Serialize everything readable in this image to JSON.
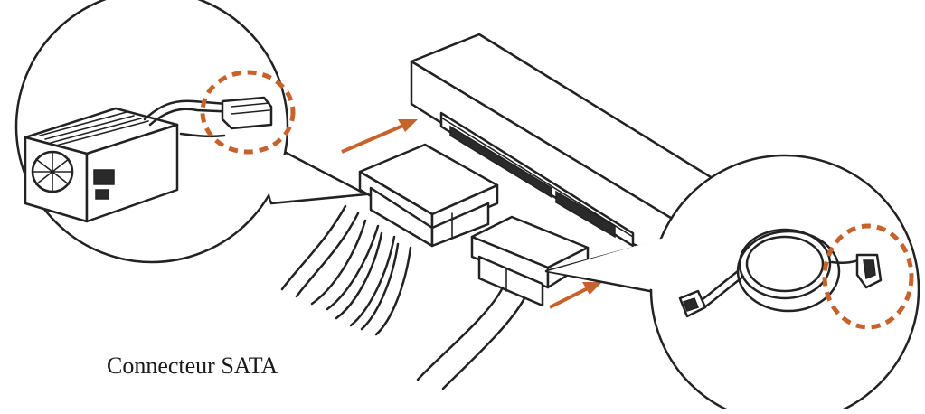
{
  "caption": "Connecteur SATA",
  "colors": {
    "line": "#222222",
    "highlight": "#c8622b",
    "background": "#ffffff"
  },
  "icons": {
    "psu": "power-supply-unit",
    "drive": "optical-drive",
    "cable": "sata-data-cable"
  }
}
